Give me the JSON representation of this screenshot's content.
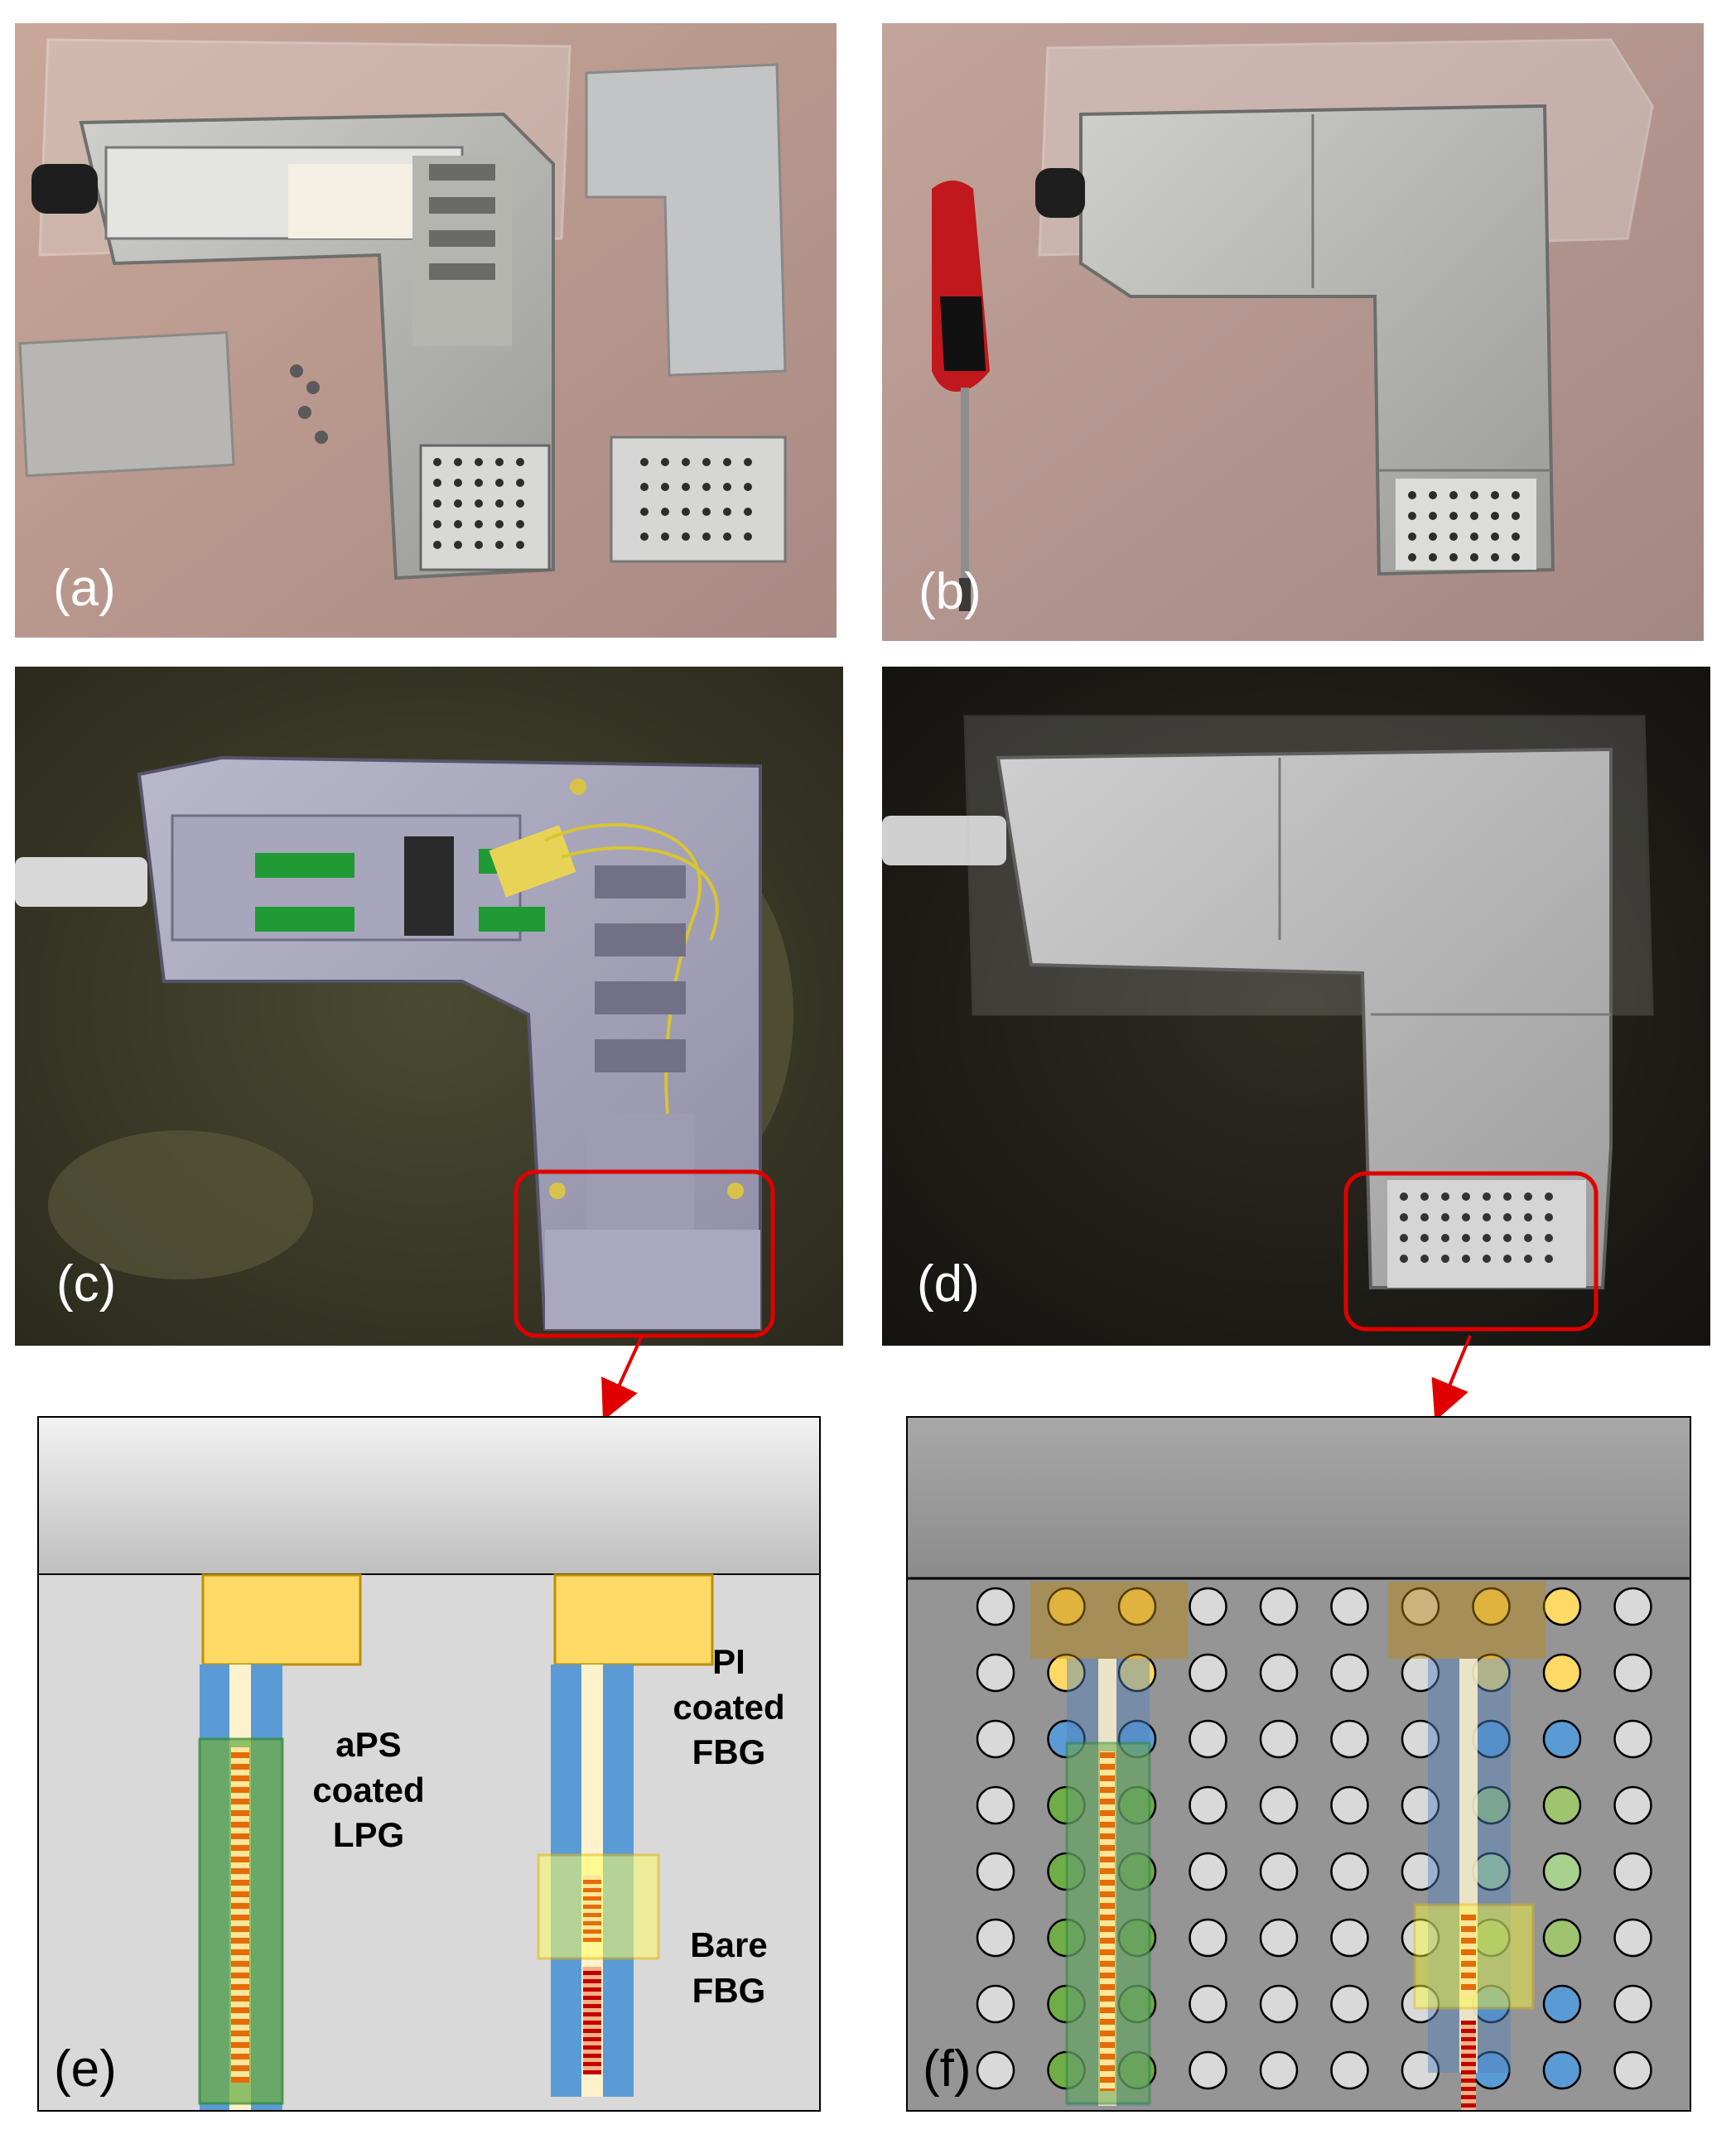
{
  "panels": {
    "a": {
      "label": "(a)"
    },
    "b": {
      "label": "(b)"
    },
    "c": {
      "label": "(c)"
    },
    "d": {
      "label": "(d)"
    },
    "e": {
      "label": "(e)",
      "left_sensor": {
        "line1": "aPS",
        "line2": "coated",
        "line3": "LPG"
      },
      "right_sensor_top": {
        "line1": "PI",
        "line2": "coated",
        "line3": "FBG"
      },
      "right_sensor_bottom": {
        "line1": "Bare",
        "line2": "FBG"
      }
    },
    "f": {
      "label": "(f)",
      "hole_grid": {
        "columns": 10,
        "rows": 8
      }
    }
  },
  "colors": {
    "clamp_yellow": "#FFD966",
    "fiber_blue": "#5B9BD5",
    "lpg_green": "#70AD47",
    "fbg_red": "#C00000",
    "lpg_orange": "#E36C09",
    "highlight_red": "#E00000",
    "hole_gray": "#D9D9D9"
  }
}
